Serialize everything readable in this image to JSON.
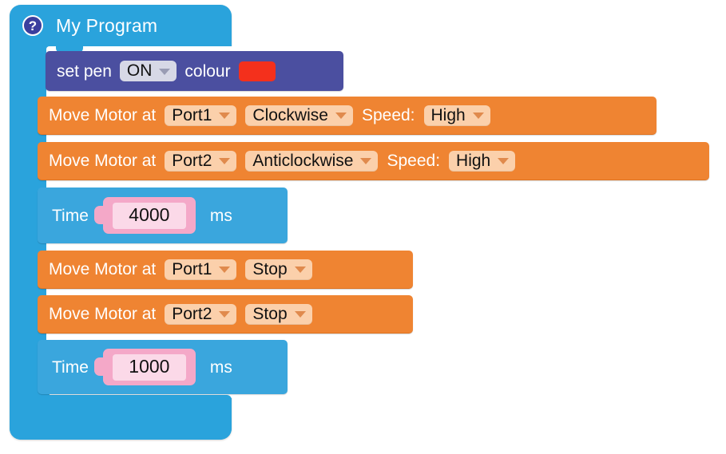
{
  "app": {
    "background_color": "#ffffff",
    "container_color": "#2aa3dc"
  },
  "program": {
    "help_icon_label": "?",
    "title": "My Program"
  },
  "blocks": [
    {
      "id": "set-pen",
      "type": "pen",
      "color": "#4b4fa0",
      "label_1": "set pen",
      "dropdown_value": "ON",
      "label_2": "colour",
      "swatch_color": "#f4301c"
    },
    {
      "id": "move-motor-1",
      "type": "motor",
      "color": "#ef8432",
      "label_1": "Move Motor at",
      "port": "Port1",
      "direction": "Clockwise",
      "label_2": "Speed:",
      "speed": "High"
    },
    {
      "id": "move-motor-2",
      "type": "motor",
      "color": "#ef8432",
      "label_1": "Move Motor at",
      "port": "Port2",
      "direction": "Anticlockwise",
      "label_2": "Speed:",
      "speed": "High"
    },
    {
      "id": "time-1",
      "type": "time",
      "color": "#3aa6dd",
      "label_1": "Time",
      "value": "4000",
      "units": "ms"
    },
    {
      "id": "move-motor-3",
      "type": "motor-stop",
      "color": "#ef8432",
      "label_1": "Move Motor at",
      "port": "Port1",
      "direction": "Stop"
    },
    {
      "id": "move-motor-4",
      "type": "motor-stop",
      "color": "#ef8432",
      "label_1": "Move Motor at",
      "port": "Port2",
      "direction": "Stop"
    },
    {
      "id": "time-2",
      "type": "time",
      "color": "#3aa6dd",
      "label_1": "Time",
      "value": "1000",
      "units": "ms"
    }
  ]
}
